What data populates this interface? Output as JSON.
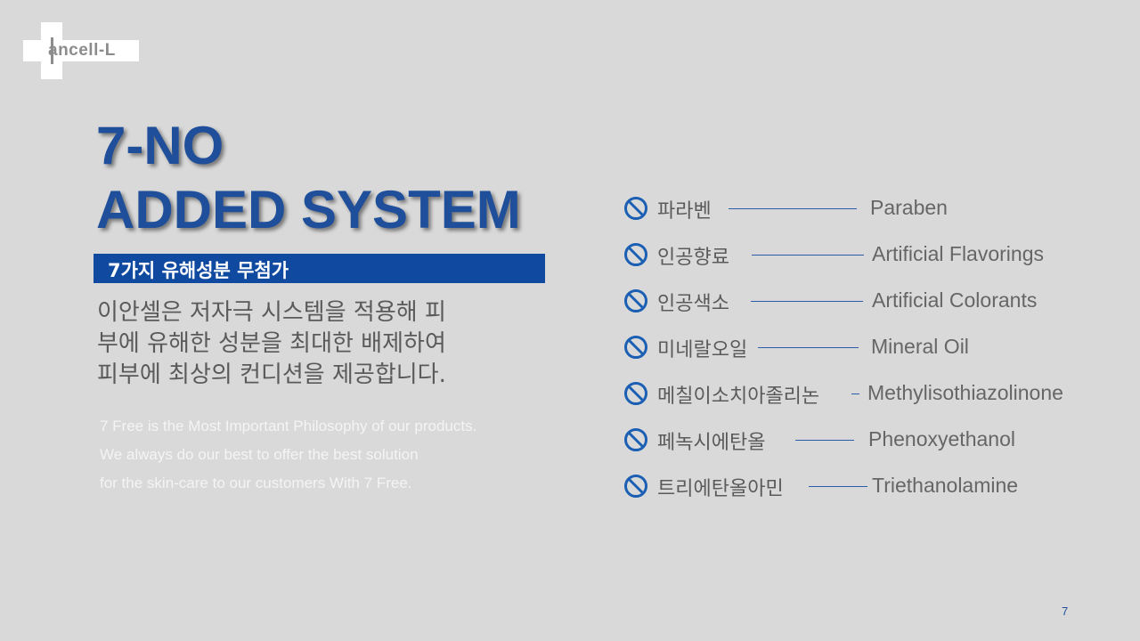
{
  "logo": {
    "text": "ancell-L"
  },
  "title": {
    "line1": "7-NO",
    "line2": "ADDED SYSTEM"
  },
  "subtitle": "7가지 유해성분 무첨가",
  "description_ko": [
    "이안셀은 저자극 시스템을 적용해  피",
    "부에 유해한 성분을 최대한 배제하여",
    "피부에 최상의 컨디션을 제공합니다."
  ],
  "description_en": [
    "7 Free is the Most Important Philosophy of our products.",
    "We always do our best to offer the best solution",
    "for the skin-care to our customers With 7 Free."
  ],
  "ingredients": [
    {
      "ko": "파라벤",
      "en": "Paraben"
    },
    {
      "ko": "인공향료",
      "en": "Artificial Flavorings"
    },
    {
      "ko": "인공색소",
      "en": "Artificial Colorants"
    },
    {
      "ko": "미네랄오일",
      "en": "Mineral Oil"
    },
    {
      "ko": "메칠이소치아졸리논",
      "en": "Methylisothiazolinone"
    },
    {
      "ko": "페녹시에탄올",
      "en": "Phenoxyethanol"
    },
    {
      "ko": "트리에탄올아민",
      "en": "Triethanolamine"
    }
  ],
  "page_number": "7",
  "colors": {
    "accent": "#1f4e9a",
    "bar": "#0f4aa0",
    "background": "#d9d9d9",
    "icon": "#1a5fb4"
  },
  "icons": {
    "ingredient": "prohibited-icon"
  }
}
